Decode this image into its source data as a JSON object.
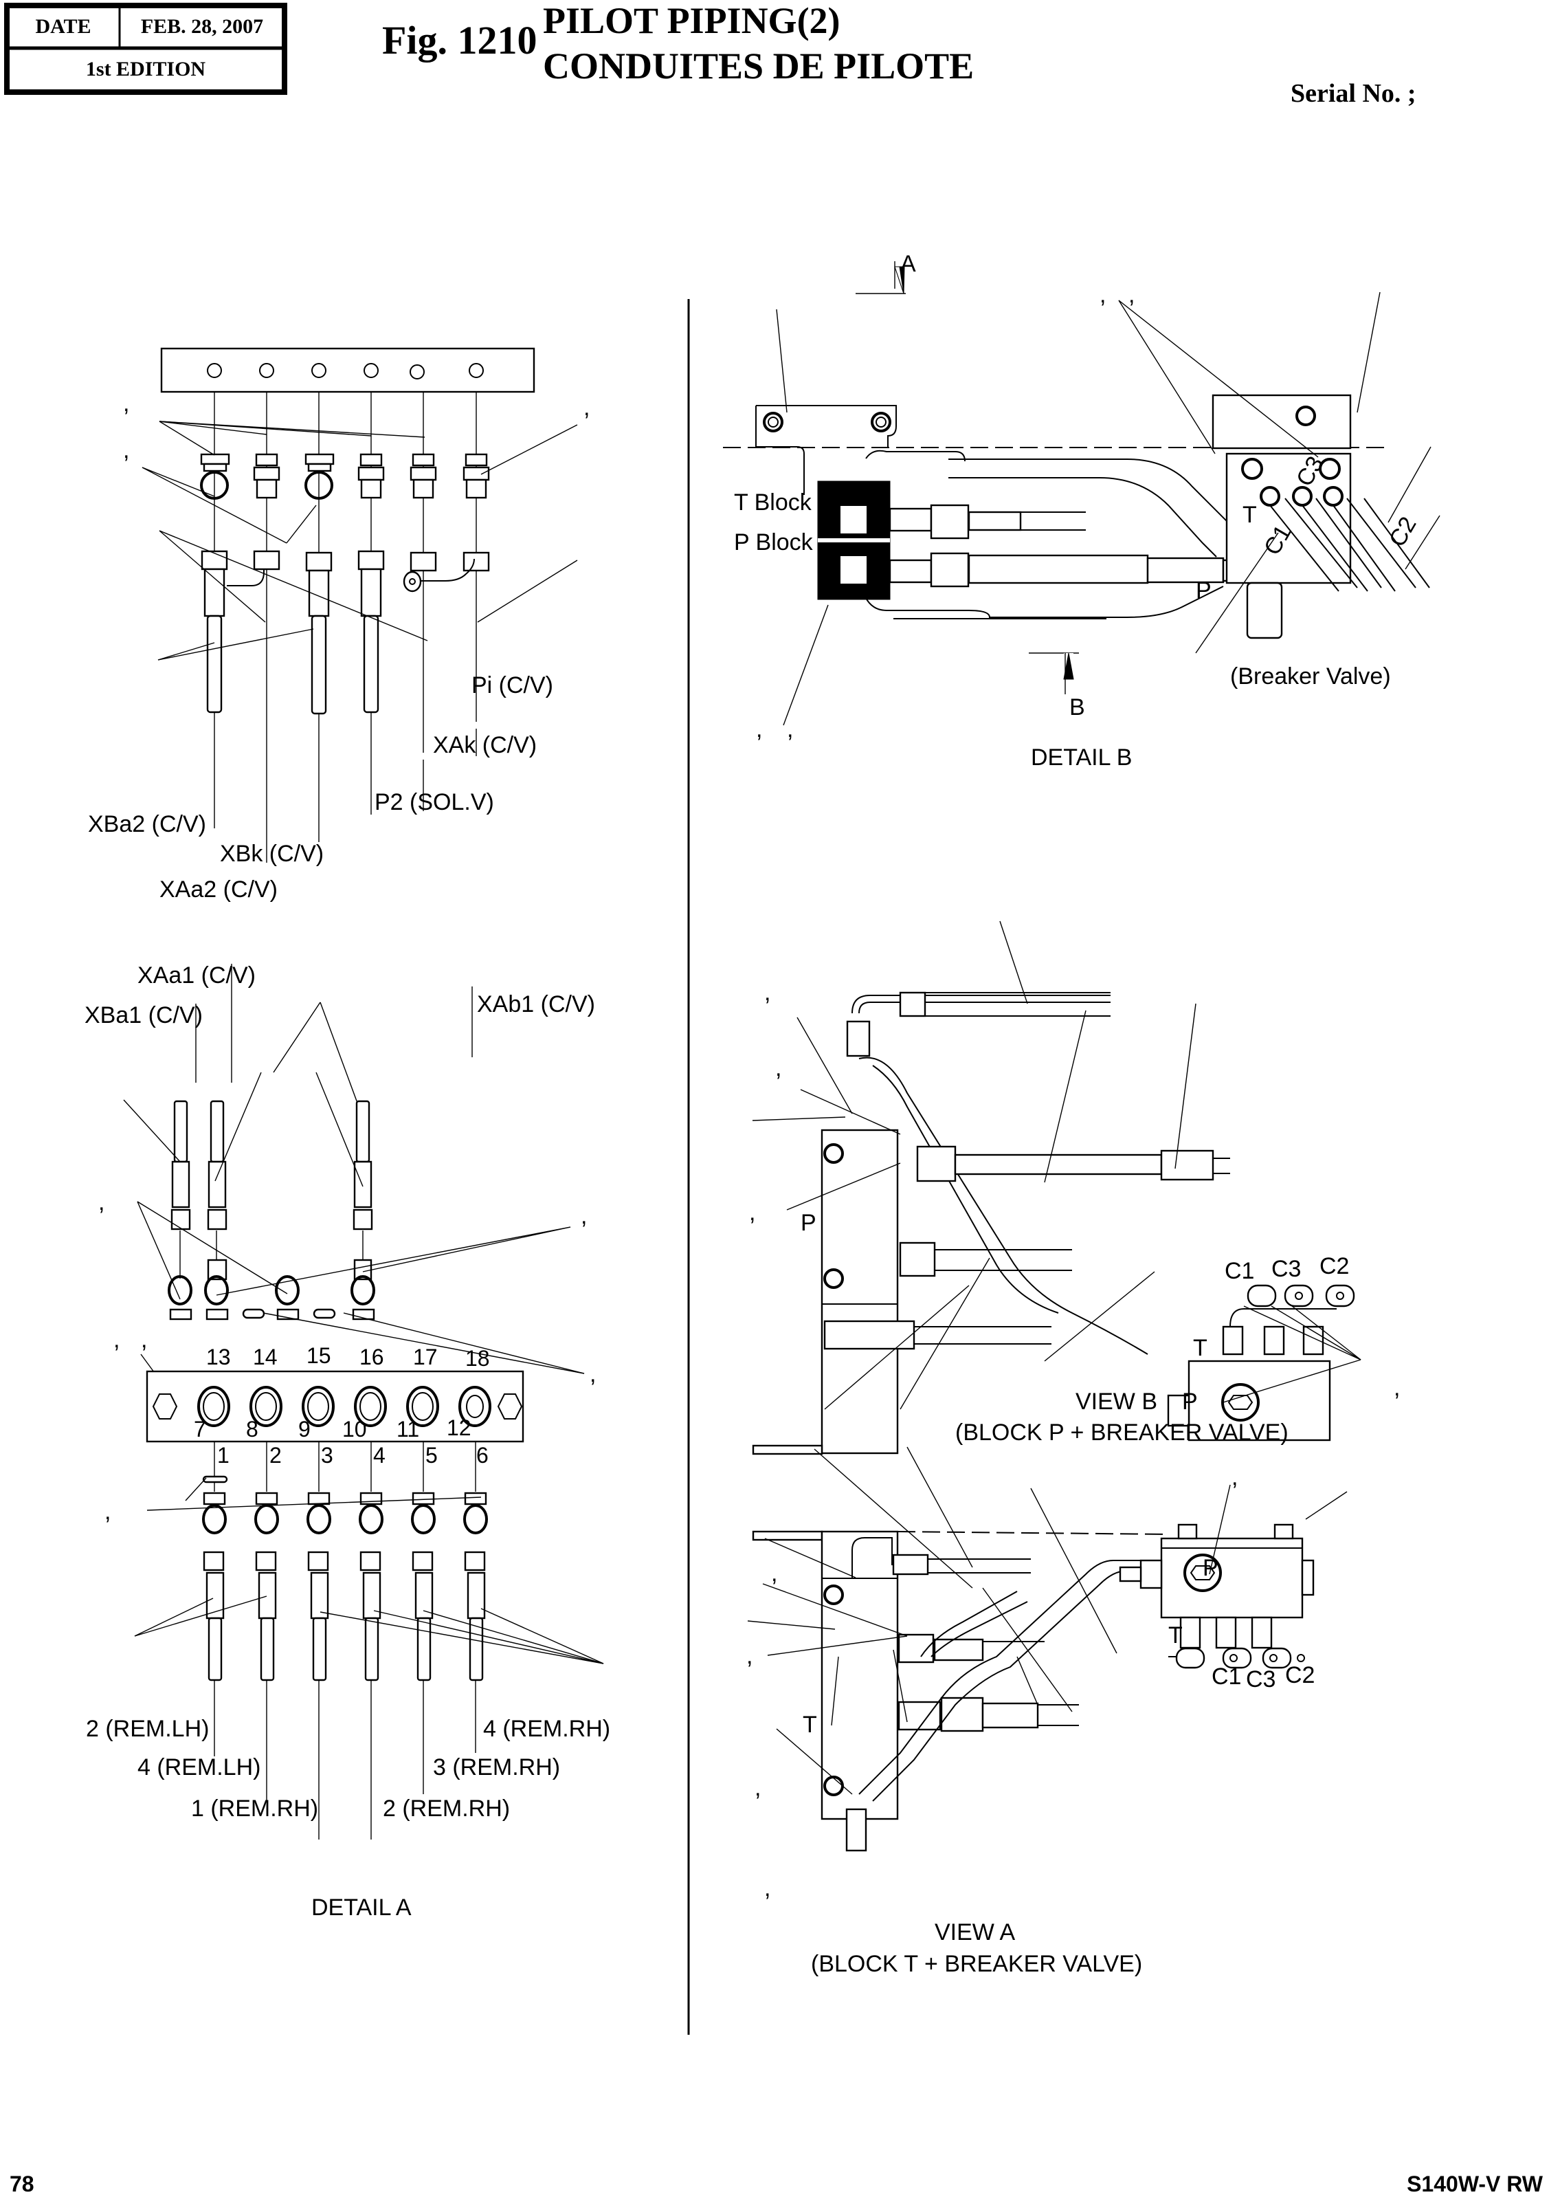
{
  "header": {
    "date_label": "DATE",
    "date_value": "FEB. 28, 2007",
    "edition": "1st EDITION",
    "fig_number": "Fig. 1210",
    "title_en": "PILOT PIPING(2)",
    "title_fr": "CONDUITES DE PILOTE",
    "serial_label": "Serial No. ;"
  },
  "detail_a_top": {
    "labels": {
      "pi": "Pi (C/V)",
      "xak": "XAk (C/V)",
      "p2": "P2 (SOL.V)",
      "xba2": "XBa2 (C/V)",
      "xbk": "XBk (C/V)",
      "xaa2": "XAa2 (C/V)"
    }
  },
  "detail_a_bottom": {
    "labels": {
      "xaa1": "XAa1 (C/V)",
      "xba1": "XBa1 (C/V)",
      "xab1": "XAb1 (C/V)"
    },
    "top_port_numbers": [
      "13",
      "14",
      "15",
      "16",
      "17",
      "18"
    ],
    "front_port_numbers": [
      "7",
      "8",
      "9",
      "10",
      "11",
      "12"
    ],
    "bottom_port_numbers": [
      "1",
      "2",
      "3",
      "4",
      "5",
      "6"
    ],
    "remote_labels": {
      "rem_lh_2": "2 (REM.LH)",
      "rem_lh_4": "4 (REM.LH)",
      "rem_rh_1": "1 (REM.RH)",
      "rem_rh_2": "2 (REM.RH)",
      "rem_rh_3": "3 (REM.RH)",
      "rem_rh_4": "4 (REM.RH)"
    },
    "caption": "DETAIL A"
  },
  "detail_b": {
    "section_a": "A",
    "section_b": "B",
    "t_block": "T Block",
    "p_block": "P Block",
    "port_t": "T",
    "port_p": "P",
    "port_c1": "C1",
    "port_c2": "C2",
    "port_c3": "C3",
    "breaker_valve": "(Breaker Valve)",
    "caption": "DETAIL B"
  },
  "view_b": {
    "block_label": "P",
    "port_t": "T",
    "port_p": "P",
    "port_c1": "C1",
    "port_c3": "C3",
    "port_c2": "C2",
    "caption_line1": "VIEW B",
    "caption_line2": "(BLOCK P + BREAKER VALVE)"
  },
  "view_a": {
    "block_label": "T",
    "port_t": "T",
    "port_p": "P",
    "port_c1": "C1",
    "port_c3": "C3",
    "port_c2": "C2",
    "caption_line1": "VIEW A",
    "caption_line2": "(BLOCK T + BREAKER VALVE)"
  },
  "callout_mark": ",",
  "footer": {
    "page_number": "78",
    "model": "S140W-V RW"
  }
}
